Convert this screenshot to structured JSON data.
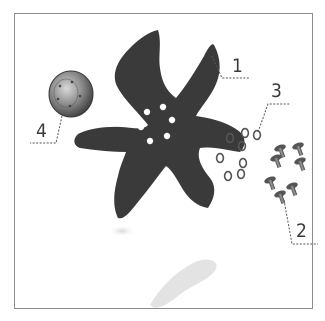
{
  "figure": {
    "callouts": [
      {
        "id": "1",
        "label": "1"
      },
      {
        "id": "2",
        "label": "2"
      },
      {
        "id": "3",
        "label": "3"
      },
      {
        "id": "4",
        "label": "4"
      }
    ]
  }
}
